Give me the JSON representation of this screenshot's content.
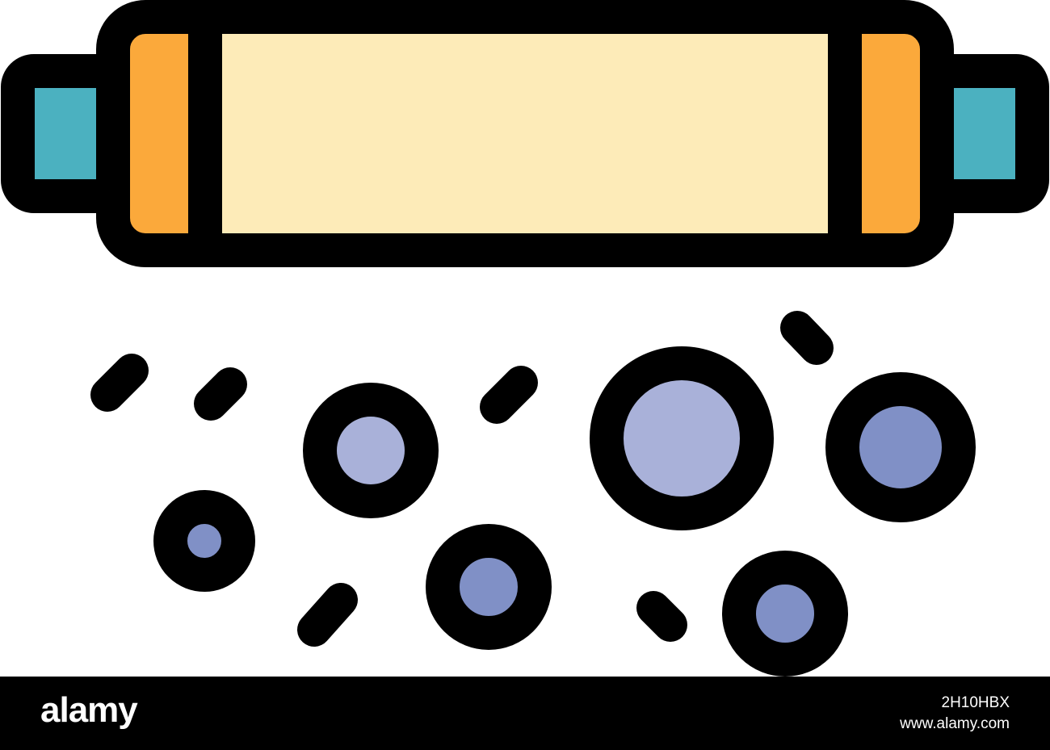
{
  "illustration": {
    "subject": "rolling-pin-with-dough-crumbs",
    "icons": [
      "rolling-pin-icon",
      "dough-ball-icon",
      "crumb-icon"
    ],
    "colors": {
      "outline": "#000000",
      "pin_body": "#FDEBB8",
      "pin_end_bands": "#FBA93B",
      "pin_handles": "#4BB1C0",
      "dough_light": "#A9B1D9",
      "dough_dark": "#8090C6",
      "background": "#FFFFFF"
    }
  },
  "footer": {
    "brand": "alamy",
    "image_id": "2H10HBX",
    "url": "www.alamy.com",
    "background": "#000000"
  }
}
